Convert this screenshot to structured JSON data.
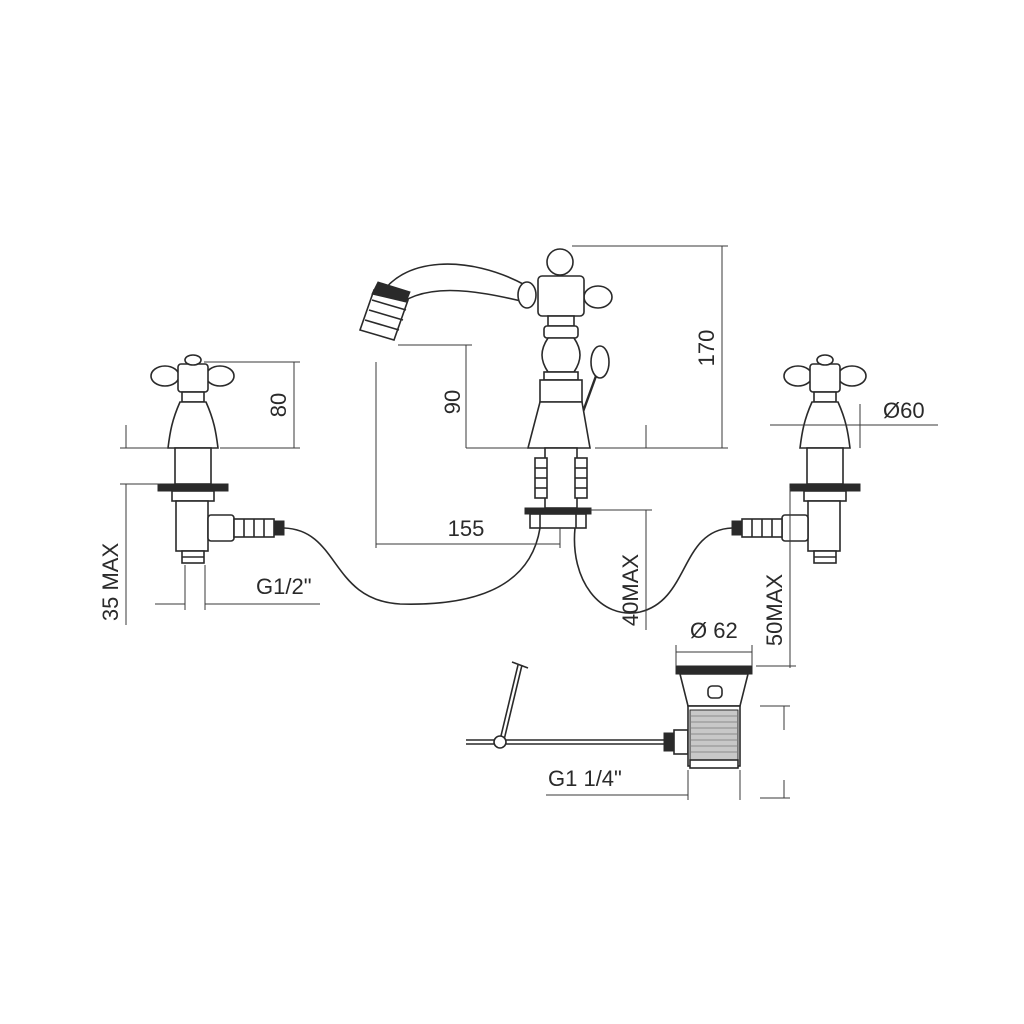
{
  "dimensions": {
    "spout_height": "170",
    "spout_rim_height": "90",
    "spout_reach": "155",
    "handle_height": "80",
    "handle_diameter": "Ø60",
    "handle_max_thickness": "35 MAX",
    "center_max_thickness": "40MAX",
    "waste_max_thickness": "50MAX",
    "inlet_thread": "G1/2\"",
    "waste_diameter": "Ø 62",
    "waste_thread": "G1 1/4\""
  }
}
